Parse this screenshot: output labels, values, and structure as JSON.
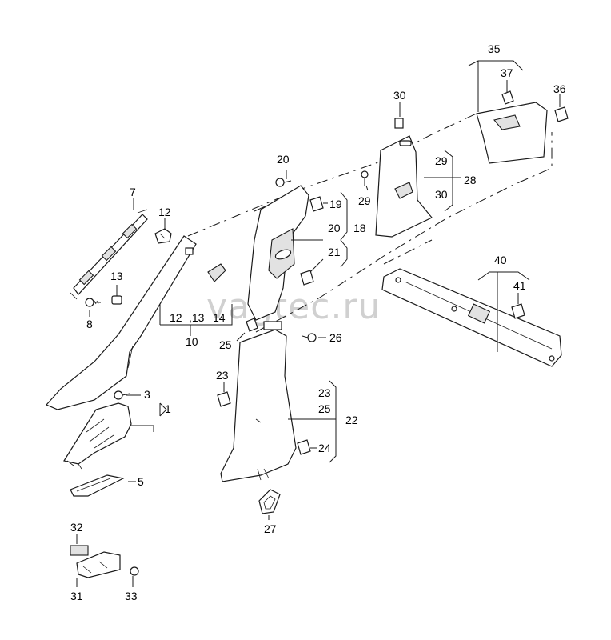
{
  "watermark": "vagtec.ru",
  "callouts": {
    "c1": "1",
    "c3": "3",
    "c5": "5",
    "c7": "7",
    "c8": "8",
    "c10": "10",
    "c12a": "12",
    "c12b": "12",
    "c13a": "13",
    "c13b": ",13",
    "c14": "14",
    "c18": "18",
    "c19": "19",
    "c20a": "20",
    "c20b": "20",
    "c21": "21",
    "c22": "22",
    "c23a": "23",
    "c23b": "23",
    "c24": "24",
    "c25a": "25",
    "c25b": "25",
    "c26": "26",
    "c27": "27",
    "c28": "28",
    "c29a": "29",
    "c29b": "29",
    "c30a": "30",
    "c30b": "30",
    "c31": "31",
    "c32": "32",
    "c33": "33",
    "c35": "35",
    "c36": "36",
    "c37": "37",
    "c40": "40",
    "c41": "41"
  }
}
